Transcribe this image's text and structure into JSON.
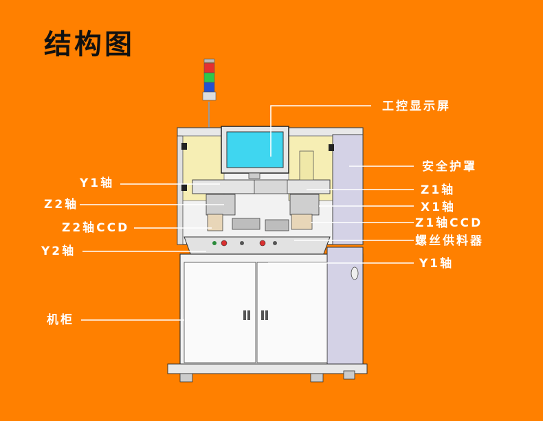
{
  "title": "结构图",
  "labels": {
    "touch_screen": "工控显示屏",
    "safety_cover": "安全护罩",
    "y1_axis_left": "Y1轴",
    "z1_axis": "Z1轴",
    "z2_axis": "Z2轴",
    "x1_axis": "X1轴",
    "z2_ccd": "Z2轴CCD",
    "z1_ccd": "Z1轴CCD",
    "y2_axis": "Y2轴",
    "screw_feeder": "螺丝供料器",
    "y1_axis_right": "Y1轴",
    "cabinet": "机柜"
  },
  "colors": {
    "background": "#ff8000",
    "title_text": "#111111",
    "label_text": "#ffffff",
    "leader_line": "#ffffff",
    "screen": "#3fd6f0",
    "safety_glass": "#f6eeb4",
    "frame": "#f0f0f0",
    "tower_light": [
      "#e53030",
      "#2ec84a",
      "#2550d0"
    ]
  }
}
